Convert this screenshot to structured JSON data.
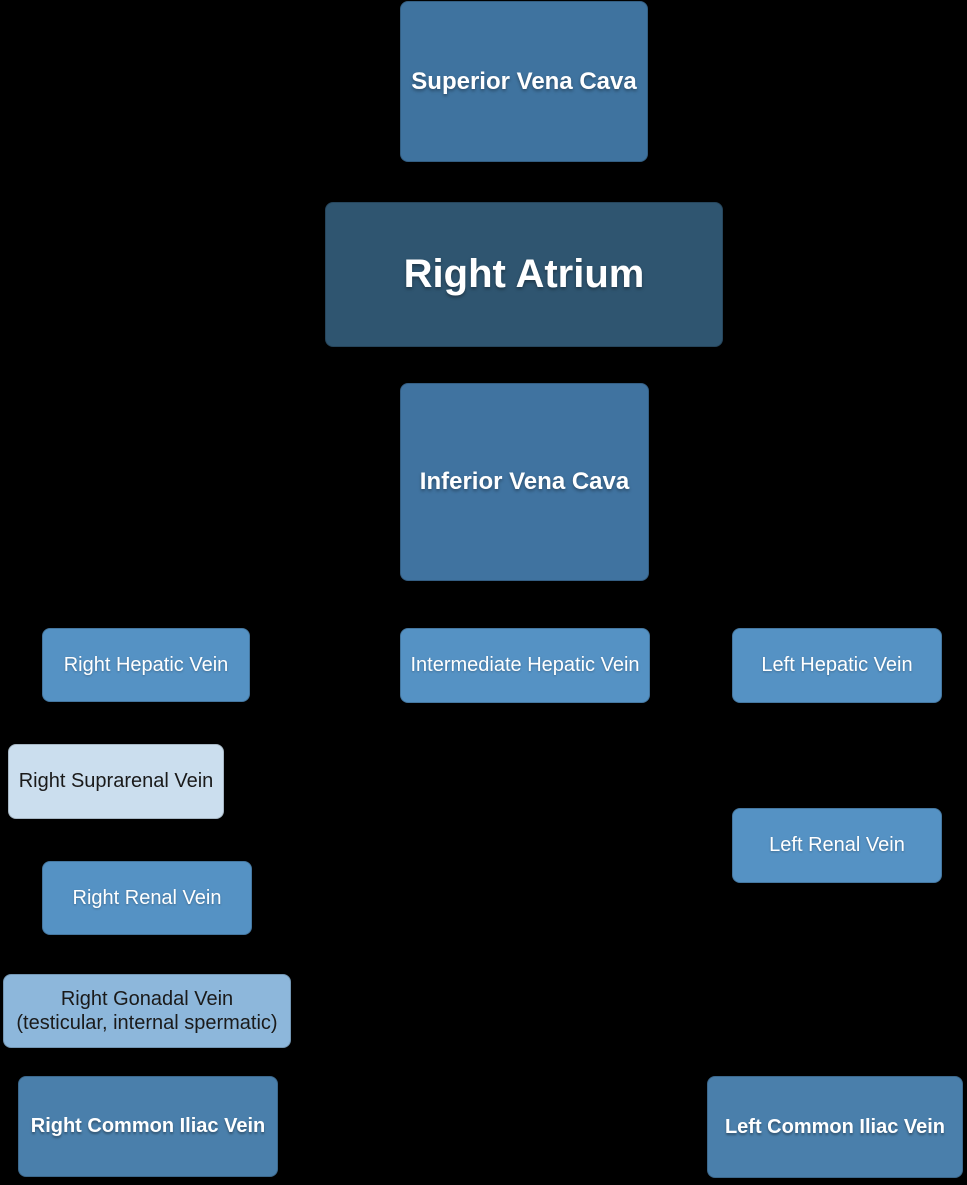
{
  "diagram": {
    "background_color": "#000000",
    "nodes": [
      {
        "id": "superior-vena-cava",
        "label": "Superior Vena Cava",
        "fill": "#3f739f",
        "text_color": "#ffffff"
      },
      {
        "id": "right-atrium",
        "label": "Right Atrium",
        "fill": "#2f5570",
        "text_color": "#ffffff"
      },
      {
        "id": "inferior-vena-cava",
        "label": "Inferior Vena Cava",
        "fill": "#4073a0",
        "text_color": "#ffffff"
      },
      {
        "id": "right-hepatic-vein",
        "label": "Right Hepatic Vein",
        "fill": "#5592c4",
        "text_color": "#ffffff"
      },
      {
        "id": "intermediate-hepatic-vein",
        "label": "Intermediate Hepatic Vein",
        "fill": "#5592c4",
        "text_color": "#ffffff"
      },
      {
        "id": "left-hepatic-vein",
        "label": "Left Hepatic Vein",
        "fill": "#5592c4",
        "text_color": "#ffffff"
      },
      {
        "id": "right-suprarenal-vein",
        "label": "Right Suprarenal Vein",
        "fill": "#cbdeee",
        "text_color": "#1a1a1a"
      },
      {
        "id": "left-renal-vein",
        "label": "Left Renal Vein",
        "fill": "#5592c4",
        "text_color": "#ffffff"
      },
      {
        "id": "right-renal-vein",
        "label": "Right Renal Vein",
        "fill": "#5592c4",
        "text_color": "#ffffff"
      },
      {
        "id": "right-gonadal-vein",
        "label": "Right Gonadal Vein",
        "sublabel": "(testicular, internal spermatic)",
        "fill": "#8db7db",
        "text_color": "#1a1a1a"
      },
      {
        "id": "right-common-iliac-vein",
        "label": "Right Common Iliac Vein",
        "fill": "#4a7fab",
        "text_color": "#ffffff"
      },
      {
        "id": "left-common-iliac-vein",
        "label": "Left Common Iliac Vein",
        "fill": "#4a7fab",
        "text_color": "#ffffff"
      }
    ]
  }
}
